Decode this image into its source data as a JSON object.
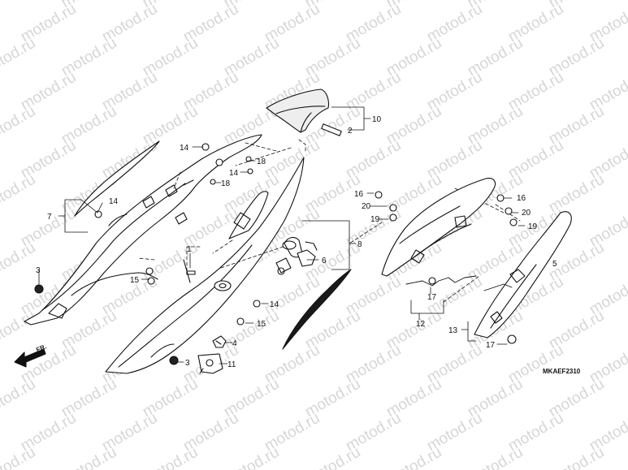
{
  "watermark": {
    "text": "motod.ru",
    "color": "#cfcfcf"
  },
  "callouts": {
    "p1": "1",
    "p2": "2",
    "p3": "3",
    "p4": "4",
    "p5": "5",
    "p6": "6",
    "p7": "7",
    "p8": "8",
    "p10": "10",
    "p11": "11",
    "p12": "12",
    "p13": "13",
    "p14": "14",
    "p15": "15",
    "p16": "16",
    "p17": "17",
    "p18": "18",
    "p19": "19",
    "p20": "20"
  },
  "direction_label": "FR.",
  "diagram_code": "MKAEF2310",
  "colors": {
    "line": "#111111",
    "watermark": "#cfcfcf"
  }
}
